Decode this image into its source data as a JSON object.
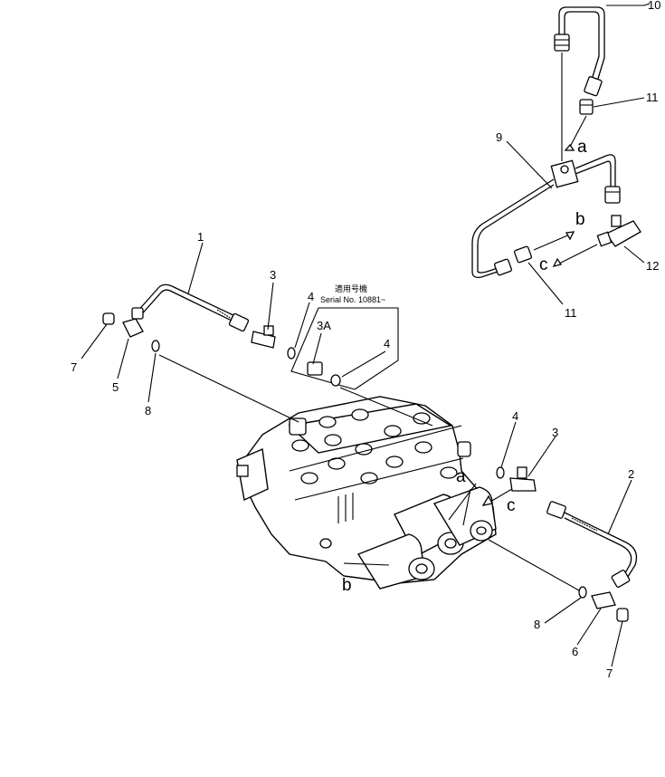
{
  "callouts": {
    "p1": "1",
    "p2": "2",
    "p3a": "3",
    "p3b": "3",
    "p3A": "3A",
    "p4a": "4",
    "p4b": "4",
    "p4c": "4",
    "p5": "5",
    "p6": "6",
    "p7a": "7",
    "p7b": "7",
    "p8a": "8",
    "p8b": "8",
    "p9": "9",
    "p10": "10",
    "p11a": "11",
    "p11b": "11",
    "p12": "12"
  },
  "connection_marks": {
    "a_top": "a",
    "b_top": "b",
    "c_top": "c",
    "a_body": "a",
    "b_body": "b",
    "c_body": "c"
  },
  "serial_note": {
    "japanese": "適用号機",
    "serial": "Serial No. 10881~"
  }
}
